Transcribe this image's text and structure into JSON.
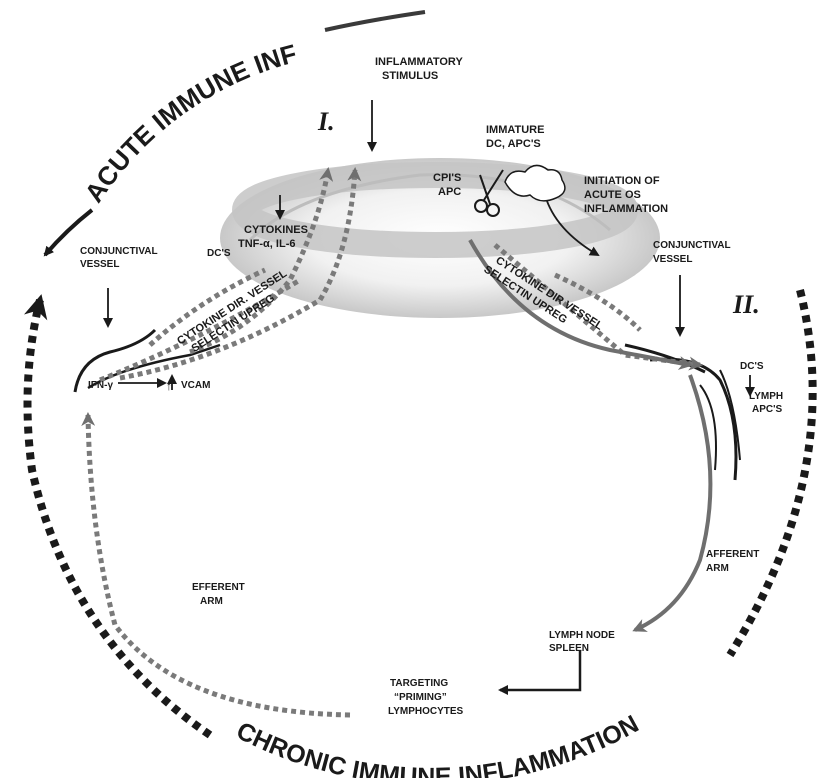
{
  "arc_titles": {
    "acute": "ACUTE IMMUNE INF",
    "chronic": "CHRONIC IMMUNE INFLAMMATION"
  },
  "phases": {
    "one": "I.",
    "two": "II."
  },
  "labels": {
    "inflammatory_stimulus": [
      "INFLAMMATORY",
      "STIMULUS"
    ],
    "immature_dc": [
      "IMMATURE",
      "DC, APC'S"
    ],
    "cpis_apc": [
      "CPI'S",
      "APC"
    ],
    "initiation": [
      "INITIATION OF",
      "ACUTE OS",
      "INFLAMMATION"
    ],
    "cytokines": [
      "CYTOKINES",
      "TNF-α, IL-6"
    ],
    "conjunctival_vessel_left": [
      "CONJUNCTIVAL",
      "VESSEL"
    ],
    "dcs_left": "DC'S",
    "cytokine_left": [
      "CYTOKINE DIR. VESSEL",
      "SELECTIN UPREG"
    ],
    "cytokine_right": [
      "CYTOKINE DIR VESSEL",
      "SELECTIN UPREG"
    ],
    "conjunctival_vessel_right": [
      "CONJUNCTIVAL",
      "VESSEL"
    ],
    "dcs_right": "DC'S",
    "lymph_apcs": [
      "LYMPH",
      "APC'S"
    ],
    "ifn": "IFN-γ",
    "vcam": "VCAM",
    "efferent_arm": [
      "EFFERENT",
      "ARM"
    ],
    "afferent_arm": [
      "AFFERENT",
      "ARM"
    ],
    "lymph_node": [
      "LYMPH NODE",
      "SPLEEN"
    ],
    "targeting": [
      "TARGETING",
      "“PRIMING”",
      "LYMPHOCYTES"
    ]
  }
}
